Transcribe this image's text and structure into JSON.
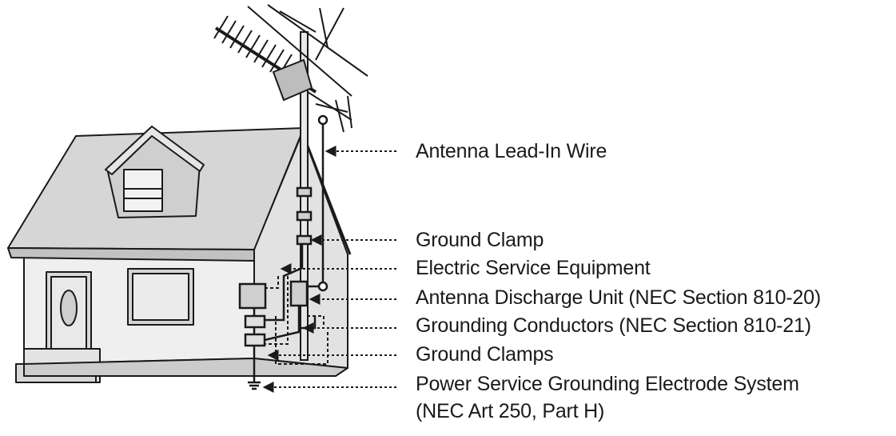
{
  "labels": {
    "lead_in": "Antenna Lead-In Wire",
    "ground_clamp": "Ground Clamp",
    "electric_service": "Electric Service Equipment",
    "discharge_unit": "Antenna Discharge Unit (NEC Section 810-20)",
    "grounding_conductors": "Grounding Conductors (NEC Section 810-21)",
    "ground_clamps": "Ground Clamps",
    "power_service_line1": "Power Service Grounding Electrode System",
    "power_service_line2": "(NEC Art 250, Part H)"
  },
  "colors": {
    "line": "#1a1a1a",
    "roof": "#d4d4d4",
    "wall": "#ececec",
    "shade": "#bdbdbd"
  }
}
